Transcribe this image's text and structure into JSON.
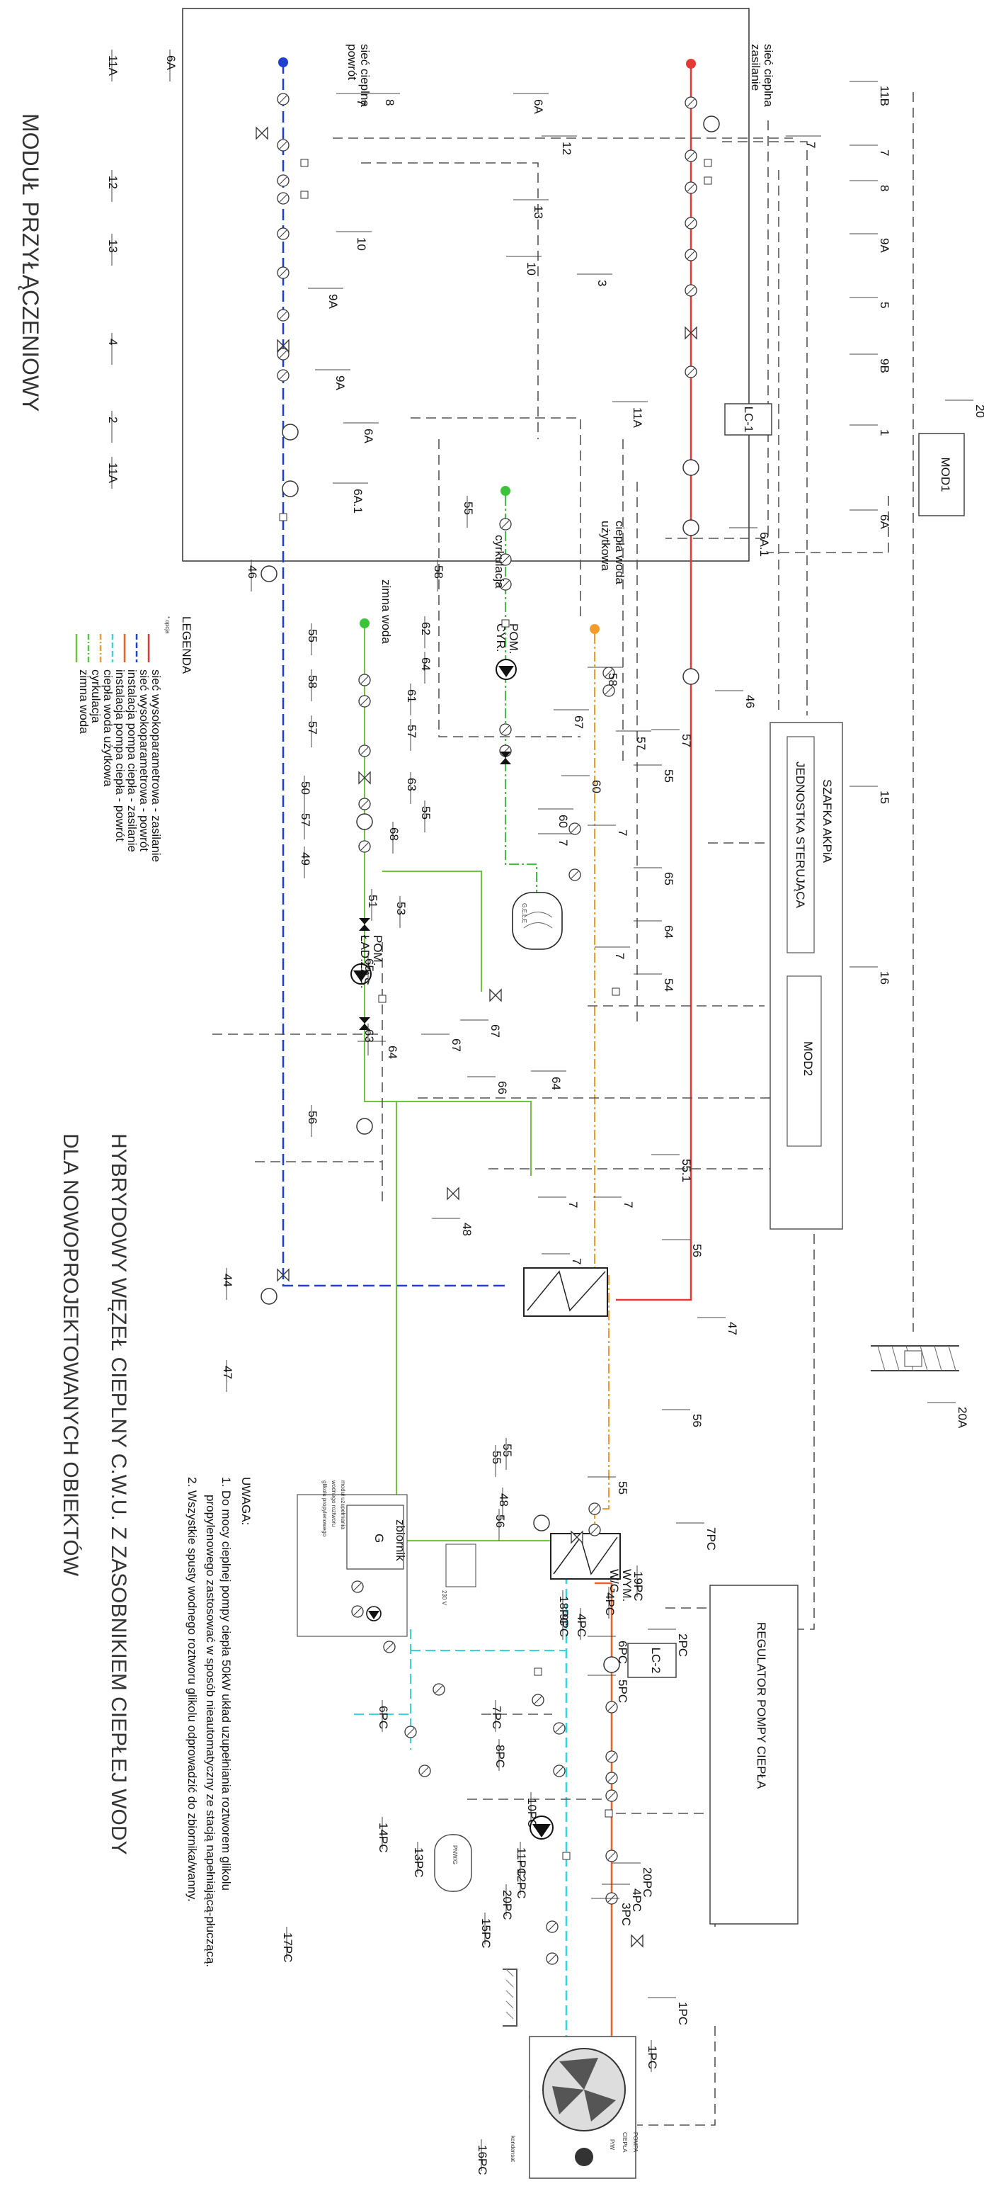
{
  "module_title": "MODUŁ PRZYŁĄCZENIOWY",
  "main_title_1": "HYBRYDOWY WĘZEŁ CIEPLNY C.W.U. Z ZASOBNIKIEM CIEPŁEJ WODY",
  "main_title_2": "DLA NOWOPROJEKTOWANYCH OBIEKTÓW",
  "net_supply_label_1": "sieć cieplna",
  "net_supply_label_2": "zasilanie",
  "net_return_label_1": "sieć cieplna",
  "net_return_label_2": "powrót",
  "hot_water_label_1": "ciepła woda",
  "hot_water_label_2": "użytkowa",
  "circulation_label": "cyrkulacja",
  "cold_water_label": "zimna woda",
  "mod1": "MOD1",
  "mod2": "MOD2",
  "lc1": "LC-1",
  "lc2": "LC-2",
  "cabinet_line_1": "SZAFKA AKPiA",
  "cabinet_line_2": "JEDNOSTKA STERUJĄCA",
  "hp_regulator": "REGULATOR POMPY CIEPŁA",
  "pump_cyr_1": "POM.",
  "pump_cyr_2": "CYR.",
  "pump_lad_1": "POM.",
  "pump_lad_2": "ŁAD.ZAS.",
  "exchanger_wg_1": "WYM.",
  "exchanger_wg_2": "W/G",
  "heat_pump_1": "POMPA",
  "heat_pump_2": "CIEPŁA",
  "heat_pump_3": "P/W",
  "condensate": "kondensat",
  "tank_label_1": "zbiornik",
  "tank_label_2": "G",
  "glycol_module_1": "moduł uzupełniania",
  "glycol_module_2": "wodnego roztworu",
  "glycol_module_3": "glikolu propylenowego",
  "pnwg": "PNW/G",
  "voltage": "230 V",
  "legend": {
    "title": "LEGENDA",
    "note": "* opcja",
    "items": [
      {
        "label": "sieć wysokoparametrowa - zasilanie",
        "color": "#e53935"
      },
      {
        "label": "sieć wysokoparametrowa - powrót",
        "color": "#1e3fd0"
      },
      {
        "label": "instalacja pompa ciepła - zasilanie",
        "color": "#e8622a"
      },
      {
        "label": "instalacja pompa ciepła - powrót",
        "color": "#35d3e3"
      },
      {
        "label": "ciepła woda użytkowa",
        "color": "#f39c2d"
      },
      {
        "label": "cyrkulacja",
        "color": "#58c24b"
      },
      {
        "label": "zimna woda",
        "color": "#6ec43e"
      }
    ]
  },
  "notes": {
    "title": "UWAGA:",
    "n1": "1.  Do  mocy cieplnej pompy ciepła 50kW układ uzupełniania roztworem glikolu",
    "n1b": "propylenowego zastosować w sposób nieautomatyczny ze stacją napełniającą-płuczącą.",
    "n2": "2.  Wszystkie spusty wodnego roztworu glikolu odprowadzić do zbiornika/wanny."
  },
  "colors": {
    "supply": "#e53935",
    "return": "#1e3fd0",
    "hp_supply": "#e8622a",
    "hp_return": "#35d3e3",
    "dhw": "#f39c2d",
    "circ": "#3bc43b",
    "cold": "#6ec43e"
  },
  "callouts": {
    "top": [
      "6A",
      "11A",
      "12",
      "13",
      "4",
      "2",
      "11A",
      "46",
      "55",
      "58",
      "62",
      "64",
      "61",
      "57",
      "63",
      "55",
      "58",
      "57",
      "50",
      "57",
      "49",
      "68",
      "55",
      "53",
      "51",
      "65",
      "63",
      "56",
      "44",
      "47",
      "55",
      "48",
      "56",
      "55",
      "6PC",
      "14PC",
      "13PC",
      "8PC",
      "7PC",
      "10PC",
      "11PC",
      "12PC",
      "15PC",
      "20PC",
      "17PC",
      "16PC",
      "18PC",
      "9PC",
      "4PC",
      "19PC",
      "4PC",
      "1PC"
    ],
    "bottom": [
      "11B",
      "7",
      "8",
      "9A",
      "5",
      "9B",
      "1",
      "6A",
      "6A.1",
      "46",
      "57",
      "15",
      "16",
      "20",
      "20A",
      "47",
      "56",
      "7",
      "55.1",
      "54",
      "64",
      "65",
      "55",
      "60",
      "7",
      "66",
      "67",
      "67",
      "64",
      "7",
      "55.1",
      "48",
      "7",
      "56",
      "55",
      "7PC",
      "2PC",
      "6PC",
      "5PC",
      "20PC",
      "3PC",
      "4PC",
      "1PC"
    ],
    "labels_a": [
      "7",
      "8",
      "10",
      "9A",
      "9A",
      "6A",
      "6A.1",
      "12",
      "13",
      "10",
      "3",
      "6A",
      "11A",
      "7",
      "57",
      "67",
      "58",
      "60",
      "7",
      "7",
      "64"
    ]
  }
}
